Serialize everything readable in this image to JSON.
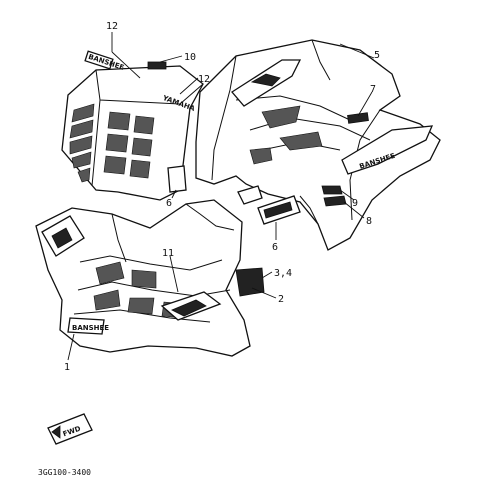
{
  "callouts": {
    "c12_top": "12",
    "c10": "10",
    "c12_mid": "12",
    "c5": "5",
    "c7": "7",
    "c6_left": "6",
    "c9": "9",
    "c8": "8",
    "c6_right": "6",
    "c11": "11",
    "c34": "3,4",
    "c2": "2",
    "c1": "1"
  },
  "decals": {
    "badge_top": "BANSHEE",
    "badge_side": "YAMAHA",
    "badge_right": "BANSHEE",
    "badge_rear": "BANSHEE",
    "fwd_marker": "FWD"
  },
  "footer": {
    "part_code": "3GG100-3400"
  }
}
